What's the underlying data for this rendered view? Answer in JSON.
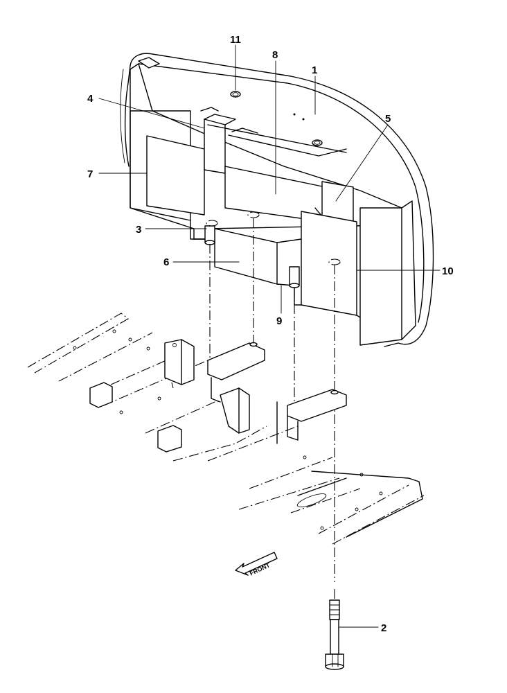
{
  "callouts": [
    {
      "id": "1",
      "label": "1"
    },
    {
      "id": "2",
      "label": "2"
    },
    {
      "id": "3",
      "label": "3"
    },
    {
      "id": "4",
      "label": "4"
    },
    {
      "id": "5",
      "label": "5"
    },
    {
      "id": "6",
      "label": "6"
    },
    {
      "id": "7",
      "label": "7"
    },
    {
      "id": "8",
      "label": "8"
    },
    {
      "id": "9",
      "label": "9"
    },
    {
      "id": "10",
      "label": "10"
    },
    {
      "id": "11",
      "label": "11"
    }
  ],
  "front_arrow": {
    "label": "FRONT"
  }
}
